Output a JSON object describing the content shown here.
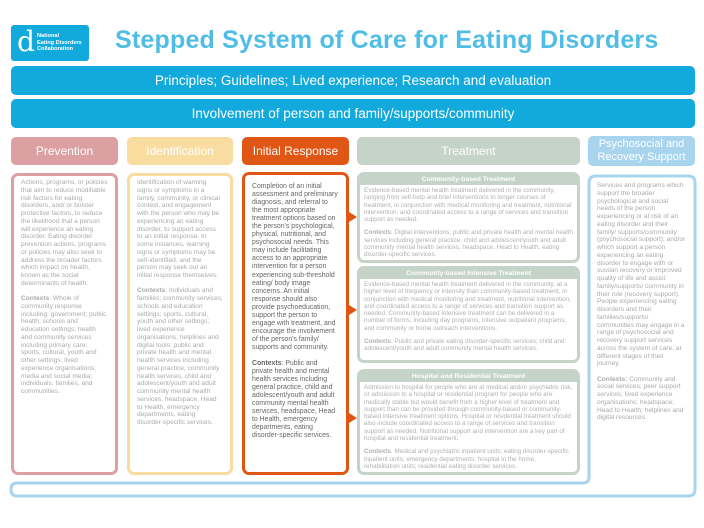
{
  "logo": {
    "line1": "National",
    "line2": "Eating Disorders",
    "line3": "Collaboration",
    "letter": "d"
  },
  "title": "Stepped System of Care for Eating Disorders",
  "banners": {
    "principles": "Principles; Guidelines; Lived experience; Research and evaluation",
    "involvement": "Involvement of person and family/supports/community"
  },
  "colors": {
    "prevention": "#dca0a3",
    "identification": "#f9dda0",
    "initial_response": "#e05614",
    "treatment": "#c6d3c9",
    "psychosocial": "#a9d4ee",
    "banner": "#12a9dc",
    "title": "#4fbde6"
  },
  "columns": {
    "prevention": {
      "heading": "Prevention",
      "description": "Actions, programs, or policies that aim to reduce modifiable risk factors for eating disorders, and/ or bolster protective factors, to reduce the likelihood that a person will experience an eating disorder. Eating disorder prevention actions, programs or policies may also seek to address the broader factors which impact on health, known as the social determinants of health.",
      "contexts_label": "Contexts",
      "contexts": ": Whole of community response including: government; public health; schools and education settings; health and community services including primary care; sports, cultural, youth and other settings; lived experience organisations; media and social media; individuals, families, and communities."
    },
    "identification": {
      "heading": "Identification",
      "description": "Identification of warning signs or symptoms in a family, community, or clinical context, and engagement with the person who may be experiencing an eating disorder, to support access to an initial response. In some instances, warning signs or symptoms may be self-identified, and the person may seek out an initial response themselves.",
      "contexts_label": "Contexts",
      "contexts": ": Individuals and families; community services; schools and education settings; sports, cultural, youth and other settings; lived experience organisations; helplines and digital tools; public and private health and mental health services including general practice, community health services, child and adolescent/youth and adult community mental health services, headspace, Head to Health, emergency departments, eating disorder-specific services."
    },
    "initial_response": {
      "heading": "Initial Response",
      "description": "Completion of an initial assessment and preliminary diagnosis, and referral to the most appropriate treatment options based on the person's psychological, physical, nutritional, and psychosocial needs. This may include facilitating access to an appropriate intervention for a person experiencing sub-threshold eating/ body image concerns. An initial response should also provide psychoeducation, support the person to engage with treatment, and encourage the involvement of the person's family/ supports and community.",
      "contexts_label": "Contexts",
      "contexts": ": Public and private health and mental health services including general practice, child and adolescent/youth and adult community mental health services, headspace, Head to Health, emergency departments, eating disorder-specific services."
    },
    "treatment": {
      "heading": "Treatment",
      "levels": [
        {
          "heading": "Community-based Treatment",
          "description": "Evidence-based mental health treatment delivered in the community, ranging from self-help and brief interventions to longer courses of treatment, in conjunction with medical monitoring and treatment, nutritional intervention, and coordinated access to a range of services and transition support as needed.",
          "contexts_label": "Contexts",
          "contexts": ": Digital interventions; public and private health and mental health services including general practice, child and adolescent/youth and adult community mental health services, headspace, Head to Health, eating disorder-specific services."
        },
        {
          "heading": "Community-based Intensive Treatment",
          "description": "Evidence-based mental health treatment delivered in the community, at a higher level of frequency or intensity than community-based treatment, in conjunction with medical monitoring and treatment, nutritional intervention, and coordinated access to a range of services and transition support as needed. Community-based intensive treatment can be delivered in a number of forms, including day programs, intensive outpatient programs, and community or home outreach interventions.",
          "contexts_label": "Contexts",
          "contexts": ": Public and private eating disorder-specific services; child and adolescent/youth and adult community mental health services."
        },
        {
          "heading": "Hospital and Residential Treatment",
          "description": "Admission to hospital for people who are at medical and/or psychiatric risk, or admission to a hospital or residential program for people who are medically stable but would benefit from a higher level of treatment and support than can be provided through community-based or community-based intensive treatment options. Hospital or residential treatment should also include coordinated access to a range of services and transition support as needed. Nutritional support and intervention are a key part of hospital and residential treatment.",
          "contexts_label": "Contexts",
          "contexts": ": Medical and psychiatric inpatient units; eating disorder-specific inpatient units; emergency departments; hospital in the home; rehabilitation units; residential eating disorder services."
        }
      ]
    },
    "psychosocial": {
      "heading": "Psychosocial and Recovery Support",
      "description": "Services and programs which support the broader psychological and social needs of the person experiencing or at risk of an eating disorder and their family/ supports/community (psychosocial support); and/or which support a person experiencing an eating disorder to engage with or sustain recovery or improved quality of life and assist family/supports/ community in their role (recovery support). People experiencing eating disorders and their families/supports/ communities may engage in a range of psychosocial and recovery support services across the system of care, at different stages of their journey.",
      "contexts_label": "Contexts:",
      "contexts": " Community and social services; peer support services; lived experience organisations; headspace; Head to Health; helplines and digital resources."
    }
  }
}
